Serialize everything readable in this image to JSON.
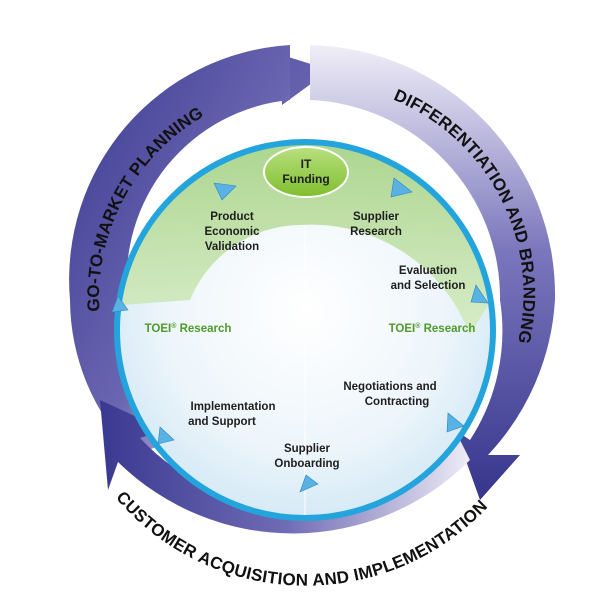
{
  "outer_arcs": {
    "go_to_market": "GO-TO-MARKET PLANNING",
    "differentiation": "DIFFERENTIATION AND BRANDING",
    "customer": "CUSTOMER ACQUISITION AND IMPLEMENTATION"
  },
  "center": {
    "line1": "IT",
    "line2": "Funding"
  },
  "steps": {
    "product": [
      "Product",
      "Economic",
      "Validation"
    ],
    "supplier_research": [
      "Supplier",
      "Research"
    ],
    "evaluation": [
      "Evaluation",
      "and Selection"
    ],
    "negotiations": [
      "Negotiations and",
      "Contracting"
    ],
    "onboarding": [
      "Supplier",
      "Onboarding"
    ],
    "implementation": [
      "Implementation",
      "and Support"
    ]
  },
  "toei": {
    "left": {
      "text": "TOEI",
      "sup": "®",
      "rest": " Research"
    },
    "right": {
      "text": "TOEI",
      "sup": "®",
      "rest": " Research"
    }
  },
  "colors": {
    "arrow_dark": "#3b3a92",
    "arrow_light": "#e6e2f1",
    "ring": "#23a4dc",
    "inner_green": "#b9dc9e",
    "funding_green": "#8cc63f",
    "toei_green": "#4f9a2c"
  }
}
